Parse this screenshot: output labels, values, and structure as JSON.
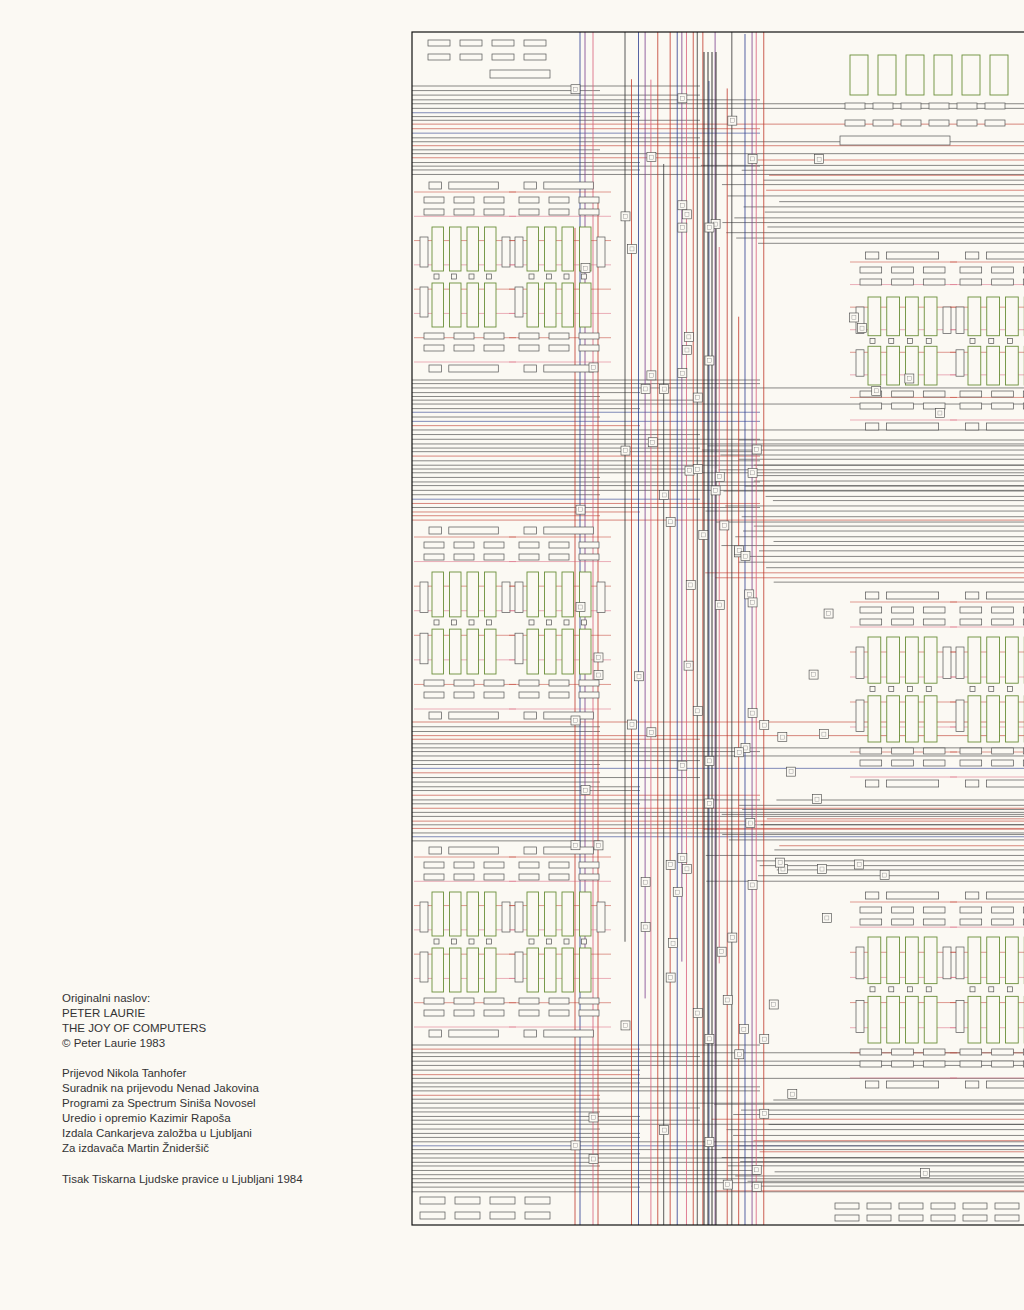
{
  "diagram": {
    "labels": [
      "Originalni naslov:",
      "PETER LAURIE",
      "THE JOY OF COMPUTERS",
      "© Peter Laurie 1983",
      "Prijevod Nikola Tanhofer",
      "Suradnik na prijevodu Nenad Jakovina",
      "Programi za Spectrum Siniša Novosel",
      "Uredio i opremio Kazimir Rapoša",
      "Izdala Cankarjeva založba u Ljubljani",
      "Za izdavača Martin Žnideršič",
      "Tisak Tiskarna Ljudske pravice u Ljubljani 1984"
    ]
  }
}
